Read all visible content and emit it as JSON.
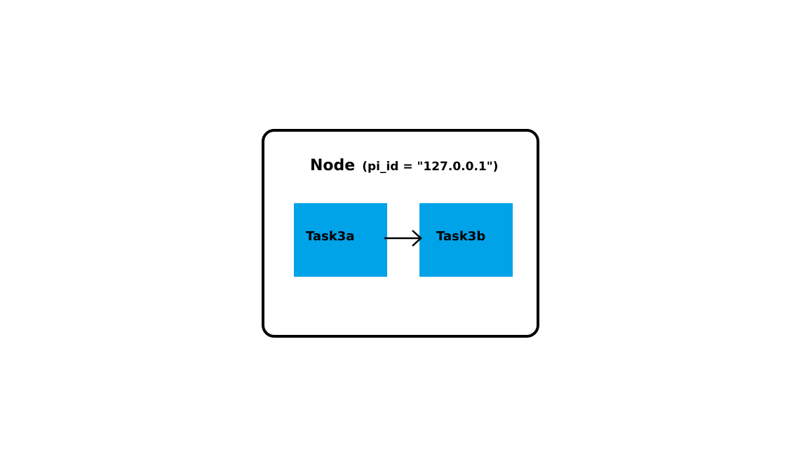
{
  "node": {
    "title": "Node",
    "pi_id_label": "(pi_id = \"127.0.0.1\")"
  },
  "tasks": [
    {
      "label": "Task3a"
    },
    {
      "label": "Task3b"
    }
  ],
  "edges": [
    {
      "from": "Task3a",
      "to": "Task3b"
    }
  ],
  "colors": {
    "task_fill": "#00a2e8",
    "node_border": "#000000",
    "text": "#000000",
    "background": "#ffffff"
  }
}
